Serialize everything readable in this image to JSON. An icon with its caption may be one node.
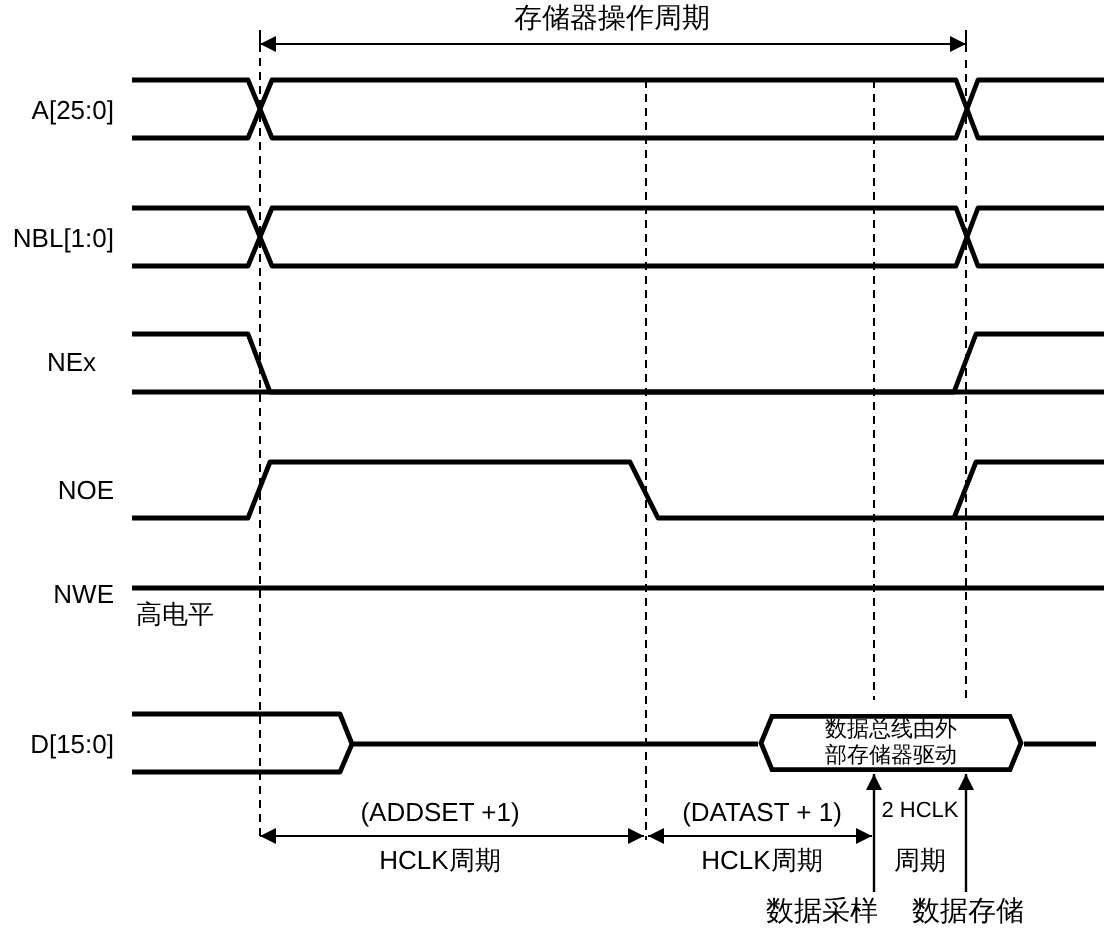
{
  "diagram": {
    "title": "存储器操作周期",
    "nodes": [
      {
        "text": [
          "数据总线由外部存储器驱动"
        ]
      },
      {
        "text": [
          "数据采样"
        ]
      },
      {
        "text": [
          "数据存储"
        ]
      }
    ],
    "edges": [
      {
        "from": 1,
        "to": 0,
        "arrow": "to"
      },
      {
        "from": 2,
        "to": 0,
        "arrow": "to"
      }
    ],
    "labels": [
      "A[25:0]",
      "NBL[1:0]",
      "NEx",
      "NOE",
      "NWE",
      "高电平",
      "D[15:0]",
      "(ADDSET +1)",
      "HCLK周期",
      "(DATAST + 1)",
      "HCLK周期",
      "2 HCLK",
      "周期"
    ]
  }
}
